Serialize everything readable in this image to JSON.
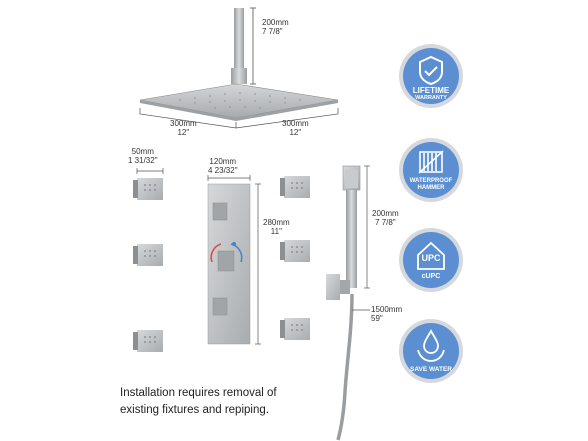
{
  "dimensions": {
    "top_pipe": {
      "mm": "200mm",
      "inch": "7 7/8\""
    },
    "head_left": {
      "mm": "300mm",
      "inch": "12\""
    },
    "head_right": {
      "mm": "300mm",
      "inch": "12\""
    },
    "jet_width": {
      "mm": "50mm",
      "inch": "1 31/32\""
    },
    "valve_width": {
      "mm": "120mm",
      "inch": "4 23/32\""
    },
    "valve_height": {
      "mm": "280mm",
      "inch": "11\""
    },
    "handheld_height": {
      "mm": "200mm",
      "inch": "7 7/8\""
    },
    "hose_length": {
      "mm": "1500mm",
      "inch": "59\""
    }
  },
  "note": {
    "line1": "Installation requires removal of",
    "line2": "existing fixtures and repiping."
  },
  "badges": [
    {
      "icon": "shield-check-icon",
      "line1": "LIFETIME",
      "line2": "WARRANTY"
    },
    {
      "icon": "hammer-proof-icon",
      "line1": "WATERPROOF",
      "line2": "HAMMER"
    },
    {
      "icon": "upc-house-icon",
      "line1": "UPC",
      "line2": "cUPC"
    },
    {
      "icon": "water-drop-hands-icon",
      "line1": "SAVE WATER",
      "line2": ""
    }
  ],
  "colors": {
    "chrome": "#b9bbbd",
    "chrome_dark": "#8f9295",
    "badge_blue": "#5b8fd1",
    "badge_ring": "#c9cdd3"
  }
}
